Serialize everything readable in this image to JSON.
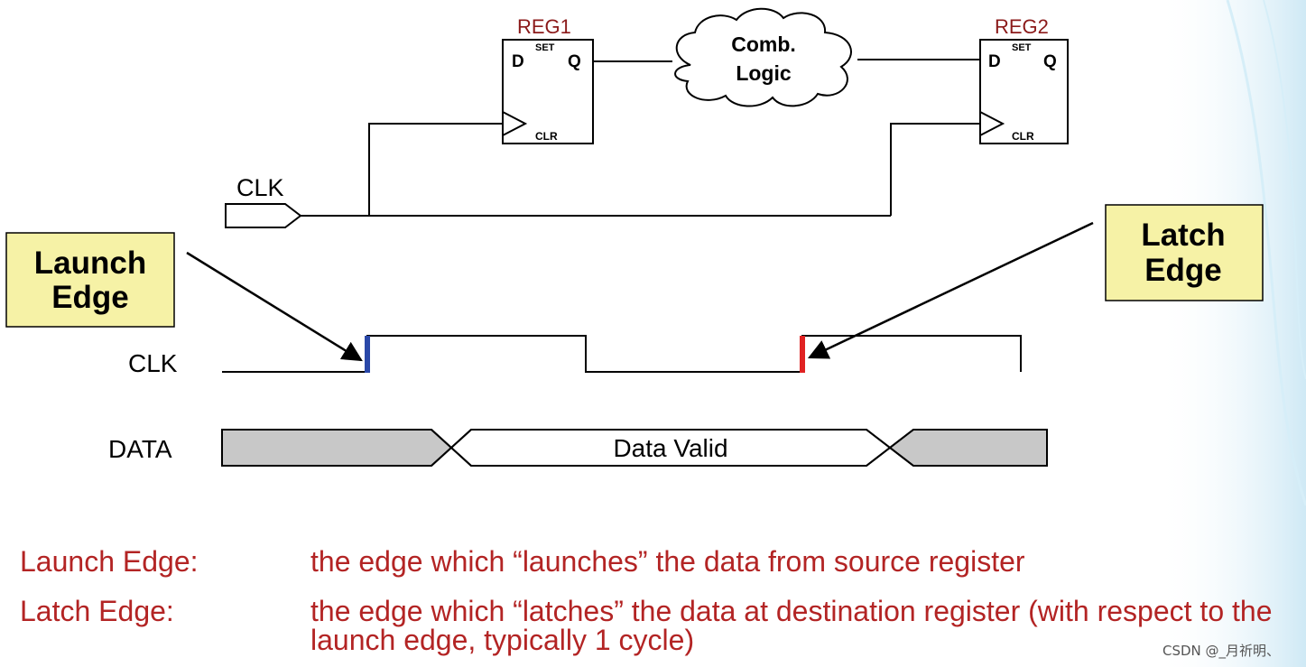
{
  "registers": {
    "reg1": {
      "name": "REG1",
      "d": "D",
      "q": "Q",
      "set": "SET",
      "clr": "CLR"
    },
    "reg2": {
      "name": "REG2",
      "d": "D",
      "q": "Q",
      "set": "SET",
      "clr": "CLR"
    }
  },
  "logic": {
    "line1": "Comb.",
    "line2": "Logic"
  },
  "clock_port": {
    "label": "CLK"
  },
  "callouts": {
    "launch": {
      "line1": "Launch",
      "line2": "Edge"
    },
    "latch": {
      "line1": "Latch",
      "line2": "Edge"
    }
  },
  "waveform": {
    "clk_label": "CLK",
    "data_label": "DATA",
    "data_valid": "Data Valid",
    "launch_edge_color": "#2a48a8",
    "latch_edge_color": "#e02222"
  },
  "definitions": [
    {
      "term": "Launch Edge:",
      "text": "the edge which “launches” the data from source register"
    },
    {
      "term": "Latch Edge:",
      "text": "the edge which “latches” the data at destination register (with respect to the launch edge, typically 1 cycle)"
    }
  ],
  "colors": {
    "reg_label": "#8b1a1a",
    "callout_fill": "#f6f2a6",
    "definition_text": "#b32424",
    "data_invalid_fill": "#c8c8c8"
  },
  "watermark": "CSDN @_月祈明、"
}
